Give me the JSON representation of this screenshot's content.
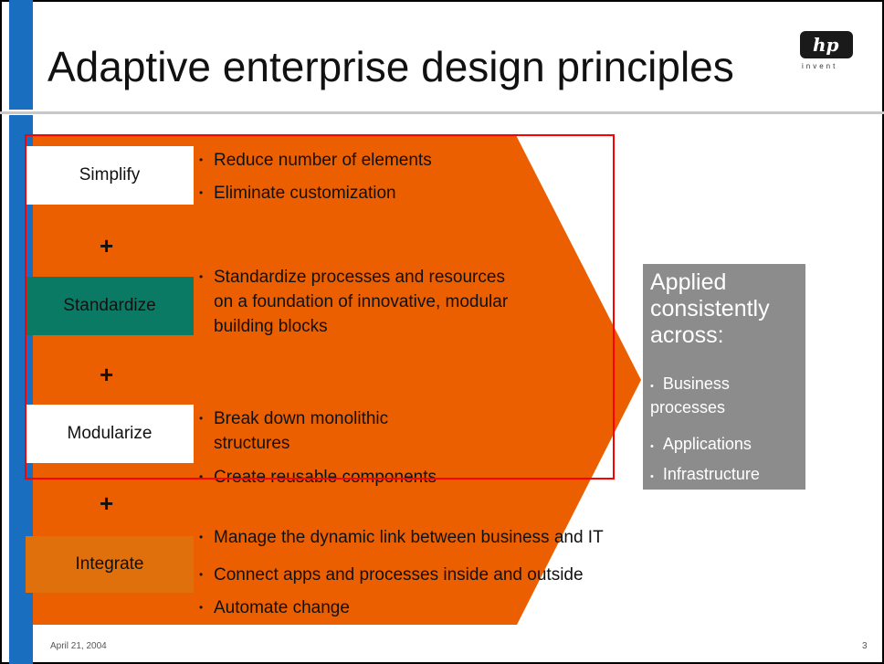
{
  "slide": {
    "title": "Adaptive enterprise design principles",
    "logo_text": "invent",
    "date": "April 21, 2004",
    "page_number": "3"
  },
  "principles": [
    {
      "label": "Simplify",
      "color": "#ffffff",
      "bullets": [
        "Reduce number of elements",
        "Eliminate customization"
      ]
    },
    {
      "label": "Standardize",
      "color": "#0b7a64",
      "bullets": [
        "Standardize processes and resources",
        "on a foundation of innovative, modular",
        "building blocks"
      ]
    },
    {
      "label": "Modularize",
      "color": "#ffffff",
      "bullets": [
        "Break down monolithic",
        "structures",
        "Create reusable components"
      ]
    },
    {
      "label": "Integrate",
      "color": "#e0700c",
      "bullets": [
        "Manage the dynamic link between business and IT",
        "Connect apps and processes inside and outside",
        "Automate change"
      ]
    }
  ],
  "plus_symbol": "+",
  "applied": {
    "title": "Applied consistently across:",
    "items": [
      "Business processes",
      "Applications",
      "Infrastructure"
    ]
  },
  "colors": {
    "arrow": "#ec5f00",
    "accent_bar": "#1a6ec0",
    "applied_box": "#8c8c8c",
    "highlight_rect": "#ff0000"
  }
}
